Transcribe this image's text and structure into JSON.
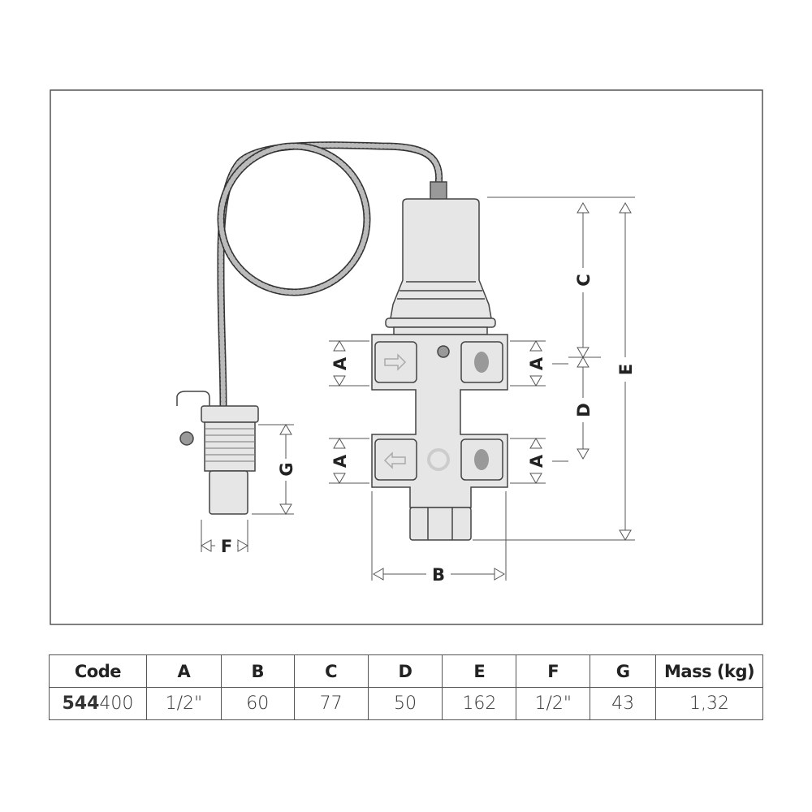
{
  "diagram": {
    "dimension_labels": {
      "a_left_top": "A",
      "a_left_bottom": "A",
      "a_right_top": "A",
      "a_right_bottom": "A",
      "b": "B",
      "c": "C",
      "d": "D",
      "e": "E",
      "f": "F",
      "g": "G"
    }
  },
  "table": {
    "headers": [
      "Code",
      "A",
      "B",
      "C",
      "D",
      "E",
      "F",
      "G",
      "Mass (kg)"
    ],
    "row": {
      "code_bold": "544",
      "code_rest": "400",
      "values": [
        "1/2\"",
        "60",
        "77",
        "50",
        "162",
        "1/2\"",
        "43",
        "1,32"
      ]
    }
  },
  "colors": {
    "frame": "#555555",
    "body_fill": "#e6e6e6",
    "outline": "#444444"
  }
}
